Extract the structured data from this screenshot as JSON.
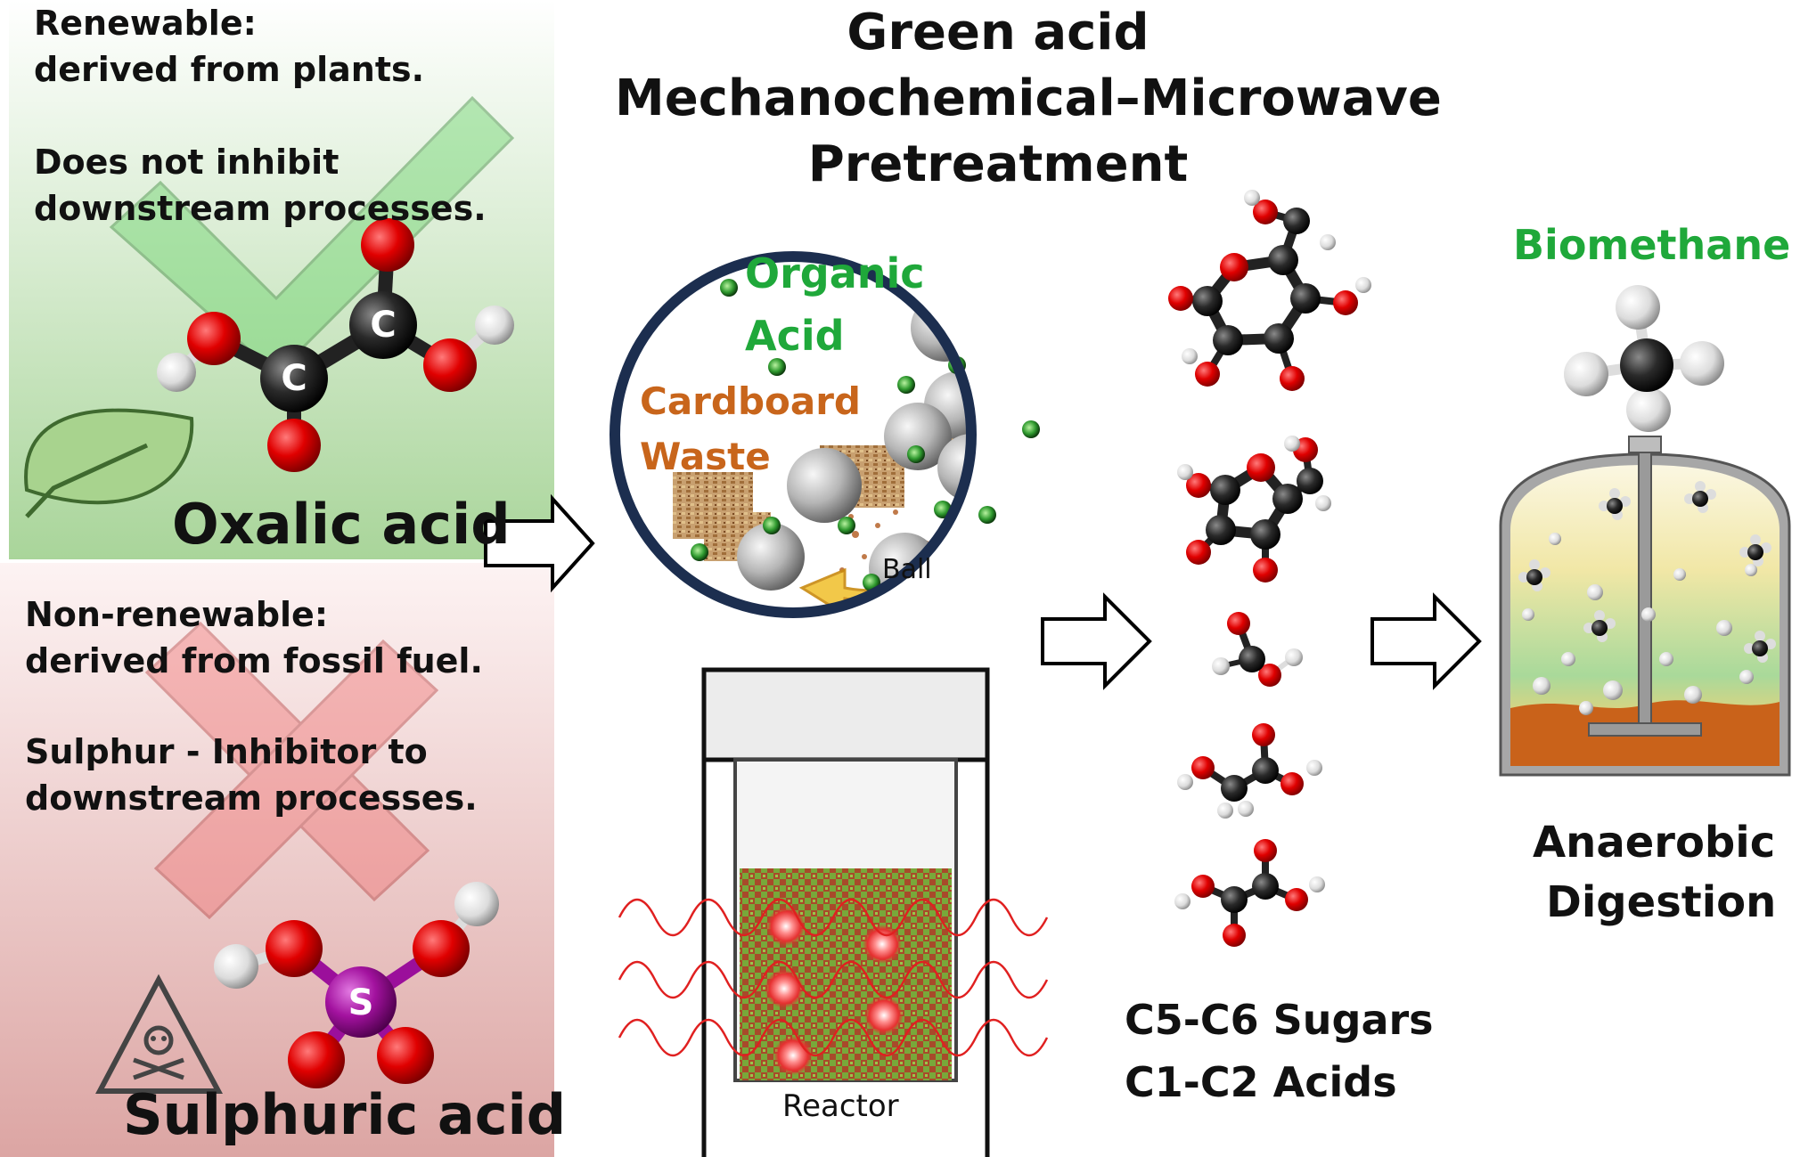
{
  "title": {
    "line1": "Green acid",
    "line2": "Mechanochemical–Microwave",
    "line3": "Pretreatment"
  },
  "oxalic_panel": {
    "line1": "Renewable:",
    "line2": "derived from plants.",
    "line3": "Does not inhibit",
    "line4": "downstream processes.",
    "name": "Oxalic acid",
    "atom_label": "C",
    "color_top": "#ffffff",
    "color_bottom": "#a9d59a"
  },
  "sulphuric_panel": {
    "line1": "Non-renewable:",
    "line2": "derived from fossil fuel.",
    "line3": "Sulphur - Inhibitor to",
    "line4": "downstream processes.",
    "name": "Sulphuric acid",
    "atom_label": "S",
    "color_top": "#fdf3f3",
    "color_bottom": "#dca5a3"
  },
  "ball_mill": {
    "organic_line1": "Organic",
    "organic_line2": "Acid",
    "cardboard_line1": "Cardboard",
    "cardboard_line2": "Waste",
    "ball_label": "Ball"
  },
  "reactor": {
    "label": "Reactor"
  },
  "products": {
    "line1": "C5-C6 Sugars",
    "line2": "C1-C2 Acids"
  },
  "digester": {
    "biomethane": "Biomethane",
    "line1": "Anaerobic",
    "line2": "Digestion"
  },
  "colors": {
    "accent_green": "#1fa83a",
    "cardboard_brown": "#c8651b",
    "atom_red": "#d40000",
    "atom_carbon": "#222222",
    "atom_sulfur": "#9b0f9b"
  }
}
